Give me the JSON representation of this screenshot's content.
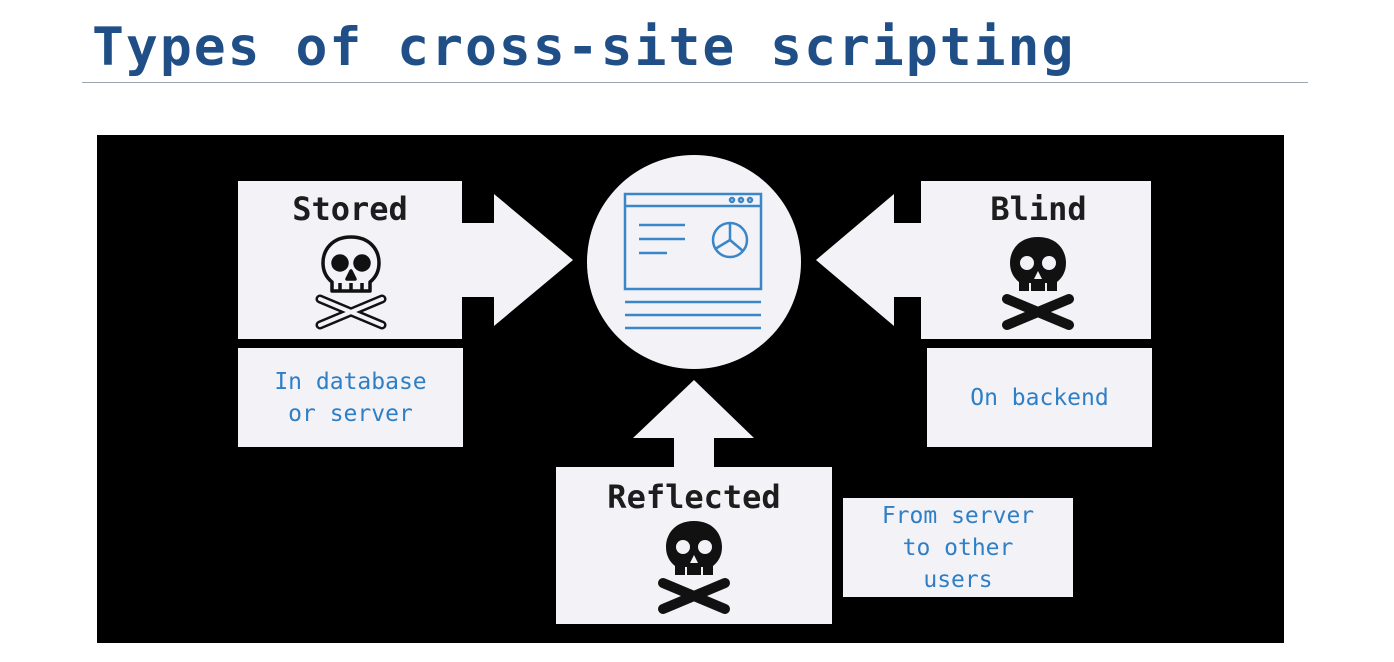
{
  "title": "Types of cross-site scripting",
  "diagram": {
    "center": {
      "icon": "web-page-icon"
    },
    "types": [
      {
        "id": "stored",
        "label": "Stored",
        "icon": "skull-crossbones-icon",
        "description": "In database\nor server"
      },
      {
        "id": "blind",
        "label": "Blind",
        "icon": "skull-crossbones-icon",
        "description": "On backend"
      },
      {
        "id": "reflected",
        "label": "Reflected",
        "icon": "skull-crossbones-icon",
        "description": "From server\nto other\nusers"
      }
    ]
  },
  "colors": {
    "title": "#1f4f86",
    "panel_background": "#000000",
    "card_background": "#f3f2f7",
    "description_text": "#2e7fc6",
    "page_icon": "#3a86c8"
  }
}
